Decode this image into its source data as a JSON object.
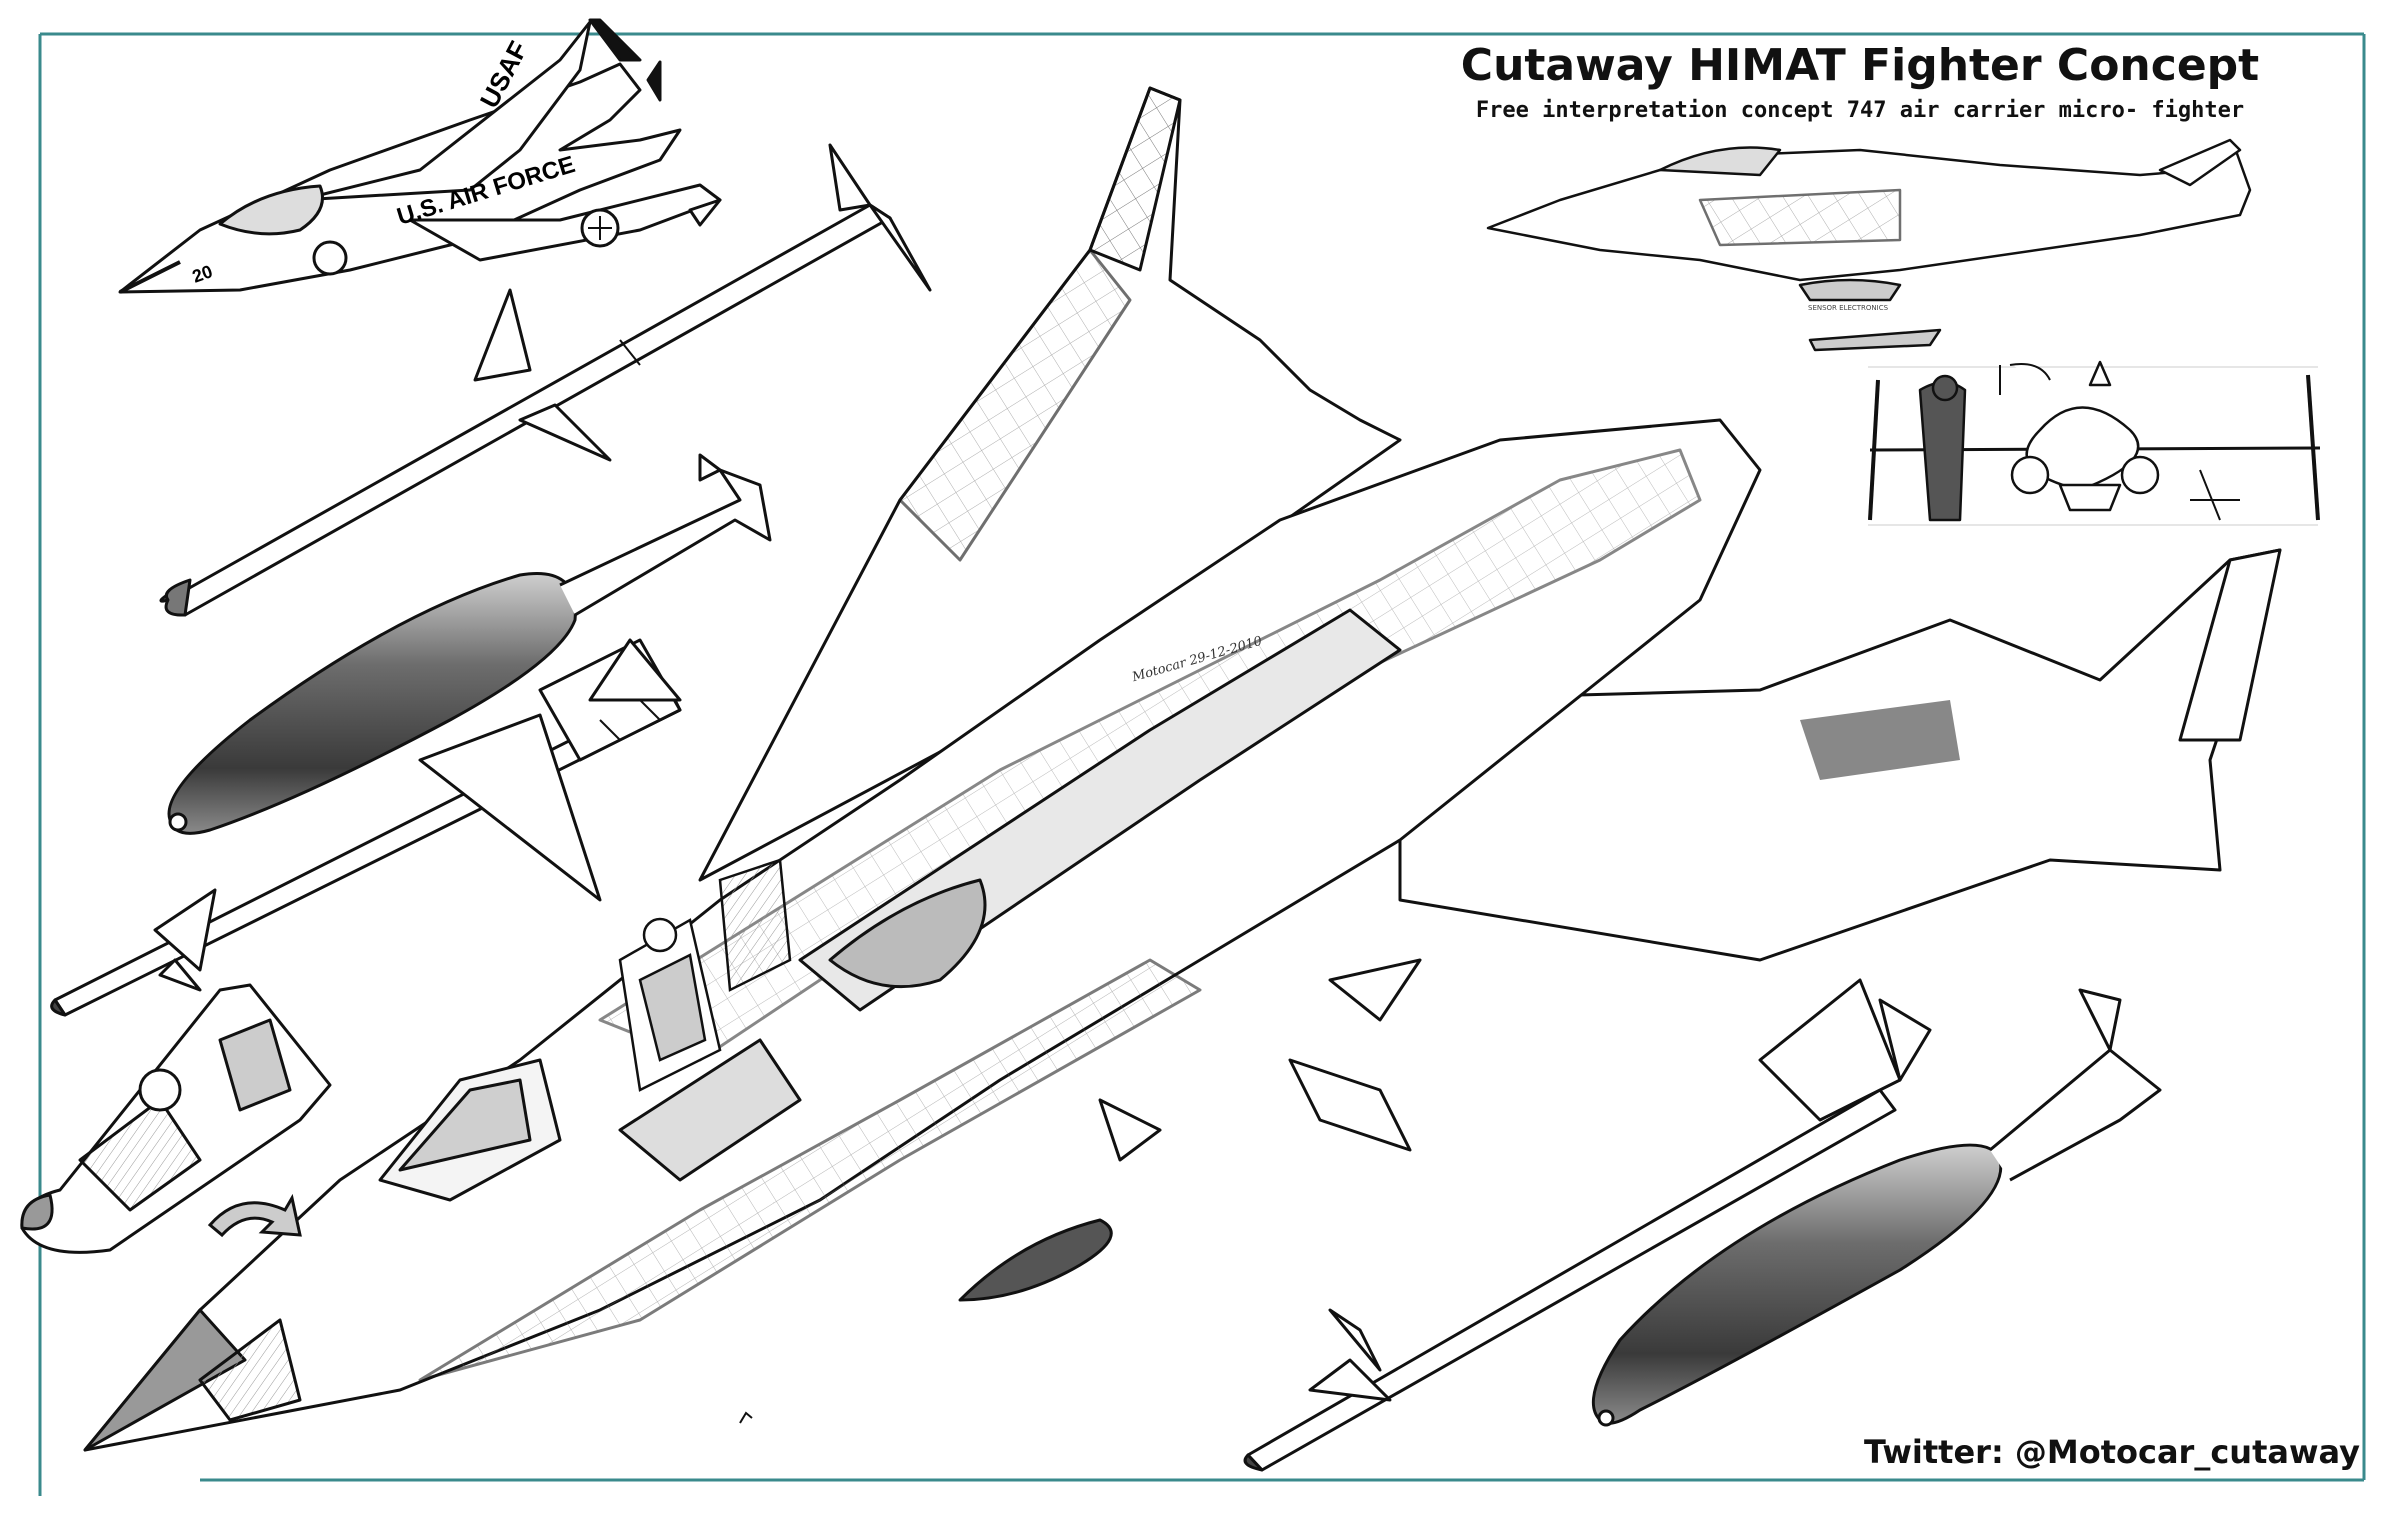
{
  "header": {
    "title": "Cutaway HIMAT Fighter Concept",
    "subtitle": "Free interpretation concept 747 air carrier micro- fighter"
  },
  "footer": {
    "twitter": "Twitter: @Motocar_cutaway"
  },
  "drawing": {
    "signature": "Motocar 29-12-2010",
    "inset_label": "SENSOR ELECTRONICS",
    "markings": {
      "air_force": "U.S. AIR FORCE",
      "tail_code": "USAF",
      "serial": "20"
    }
  },
  "colors": {
    "frame": "#3a8a8c",
    "ink": "#1a1a1a",
    "shade": "#7a7a7a"
  }
}
